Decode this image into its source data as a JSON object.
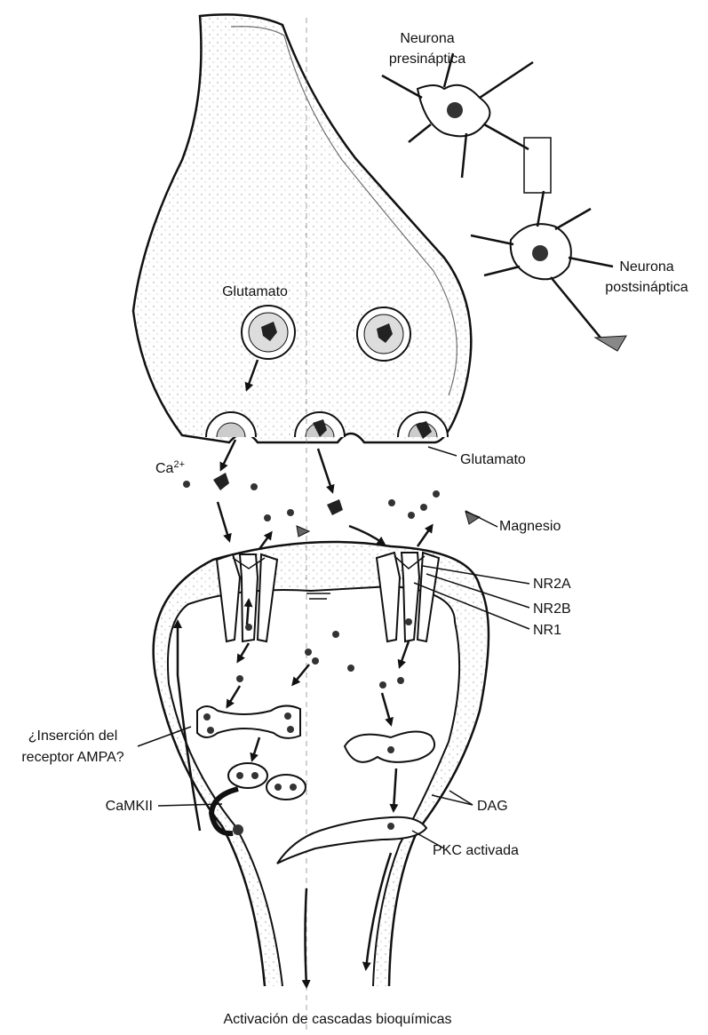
{
  "labels": {
    "presynaptic_neuron_line1": "Neurona",
    "presynaptic_neuron_line2": "presináptica",
    "postsynaptic_neuron_line1": "Neurona",
    "postsynaptic_neuron_line2": "postsináptica",
    "glutamate_vesicle": "Glutamato",
    "glutamate_release": "Glutamato",
    "calcium_base": "Ca",
    "calcium_sup": "2+",
    "magnesium": "Magnesio",
    "nr2a": "NR2A",
    "nr2b": "NR2B",
    "nr1": "NR1",
    "ampa_line1": "¿Inserción del",
    "ampa_line2": "receptor AMPA?",
    "camkii": "CaMKII",
    "dag": "DAG",
    "pkc": "PKC activada",
    "cascades": "Activación de cascadas bioquímicas"
  },
  "colors": {
    "ink": "#111111",
    "stipple": "#9a9a9a",
    "vesicle_shade": "#cfcfcf"
  }
}
